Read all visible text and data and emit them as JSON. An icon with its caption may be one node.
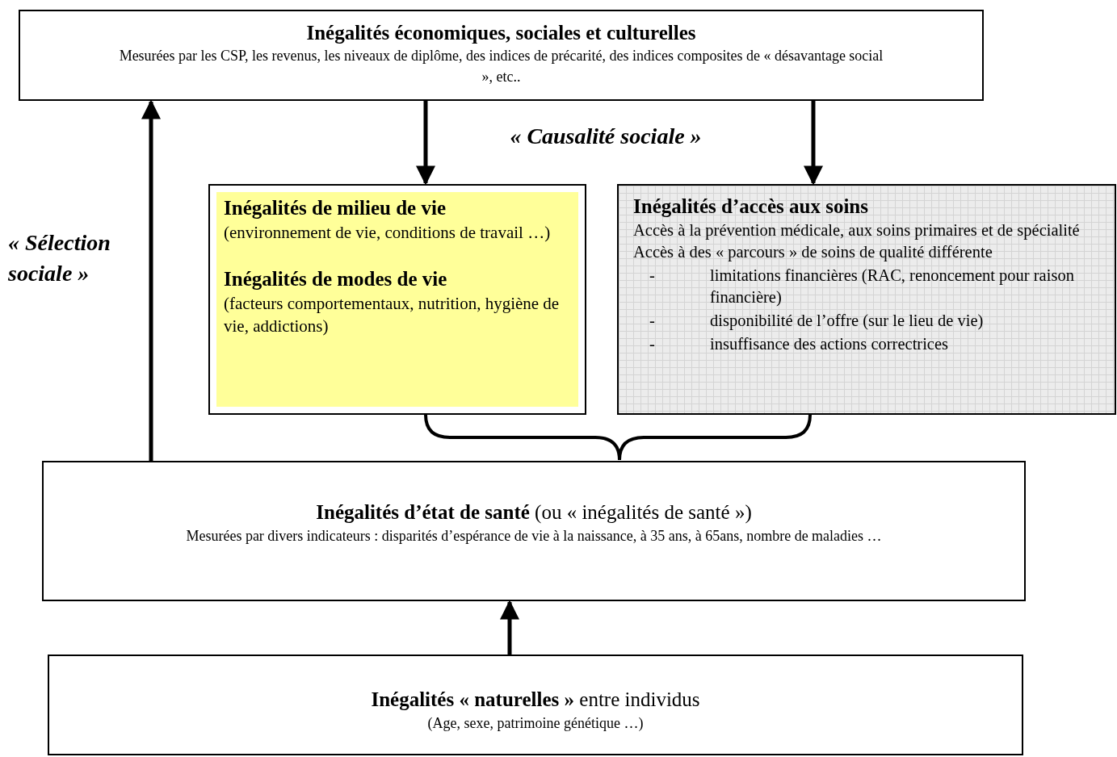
{
  "diagram": {
    "nodes": [
      {
        "text": [
          "Inégalités économiques, sociales et culturelles",
          "Mesurées par les CSP, les revenus, les niveaux de diplôme, des indices de précarité, des indices composites de « désavantage social », etc.."
        ]
      },
      {
        "text": [
          "Inégalités de milieu de vie",
          "(environnement de vie, conditions de travail …)",
          "Inégalités de modes de vie",
          "(facteurs comportementaux, nutrition, hygiène de vie, addictions)"
        ]
      },
      {
        "text": [
          "Inégalités d’accès aux soins",
          "Accès à la prévention médicale, aux soins primaires et de spécialité",
          "Accès à des « parcours » de soins de qualité différente",
          "-",
          "limitations financières (RAC, renoncement pour raison financière)",
          "-",
          "disponibilité de l’offre (sur le lieu de vie)",
          "-",
          "insuffisance des actions correctrices"
        ]
      },
      {
        "text": [
          "**Inégalités d’état de santé** (ou « inégalités de santé »)",
          "Mesurées par divers indicateurs : disparités d’espérance de vie à la naissance, à 35 ans, à 65ans, nombre de maladies …"
        ]
      },
      {
        "text": [
          "**Inégalités « naturelles »** entre individus",
          "(Age, sexe, patrimoine génétique …)"
        ]
      }
    ],
    "edges": [
      {
        "from": 0,
        "to": 1,
        "arrow": "to"
      },
      {
        "from": 0,
        "to": 2,
        "arrow": "to"
      },
      {
        "from": 3,
        "to": 0,
        "arrow": "to",
        "label": "« Sélection sociale »"
      },
      {
        "from": 4,
        "to": 3,
        "arrow": "to"
      },
      {
        "from": 1,
        "to": 3,
        "arrow": "none"
      },
      {
        "from": 2,
        "to": 3,
        "arrow": "none"
      }
    ],
    "labels": [
      "« Causalité sociale »"
    ]
  }
}
